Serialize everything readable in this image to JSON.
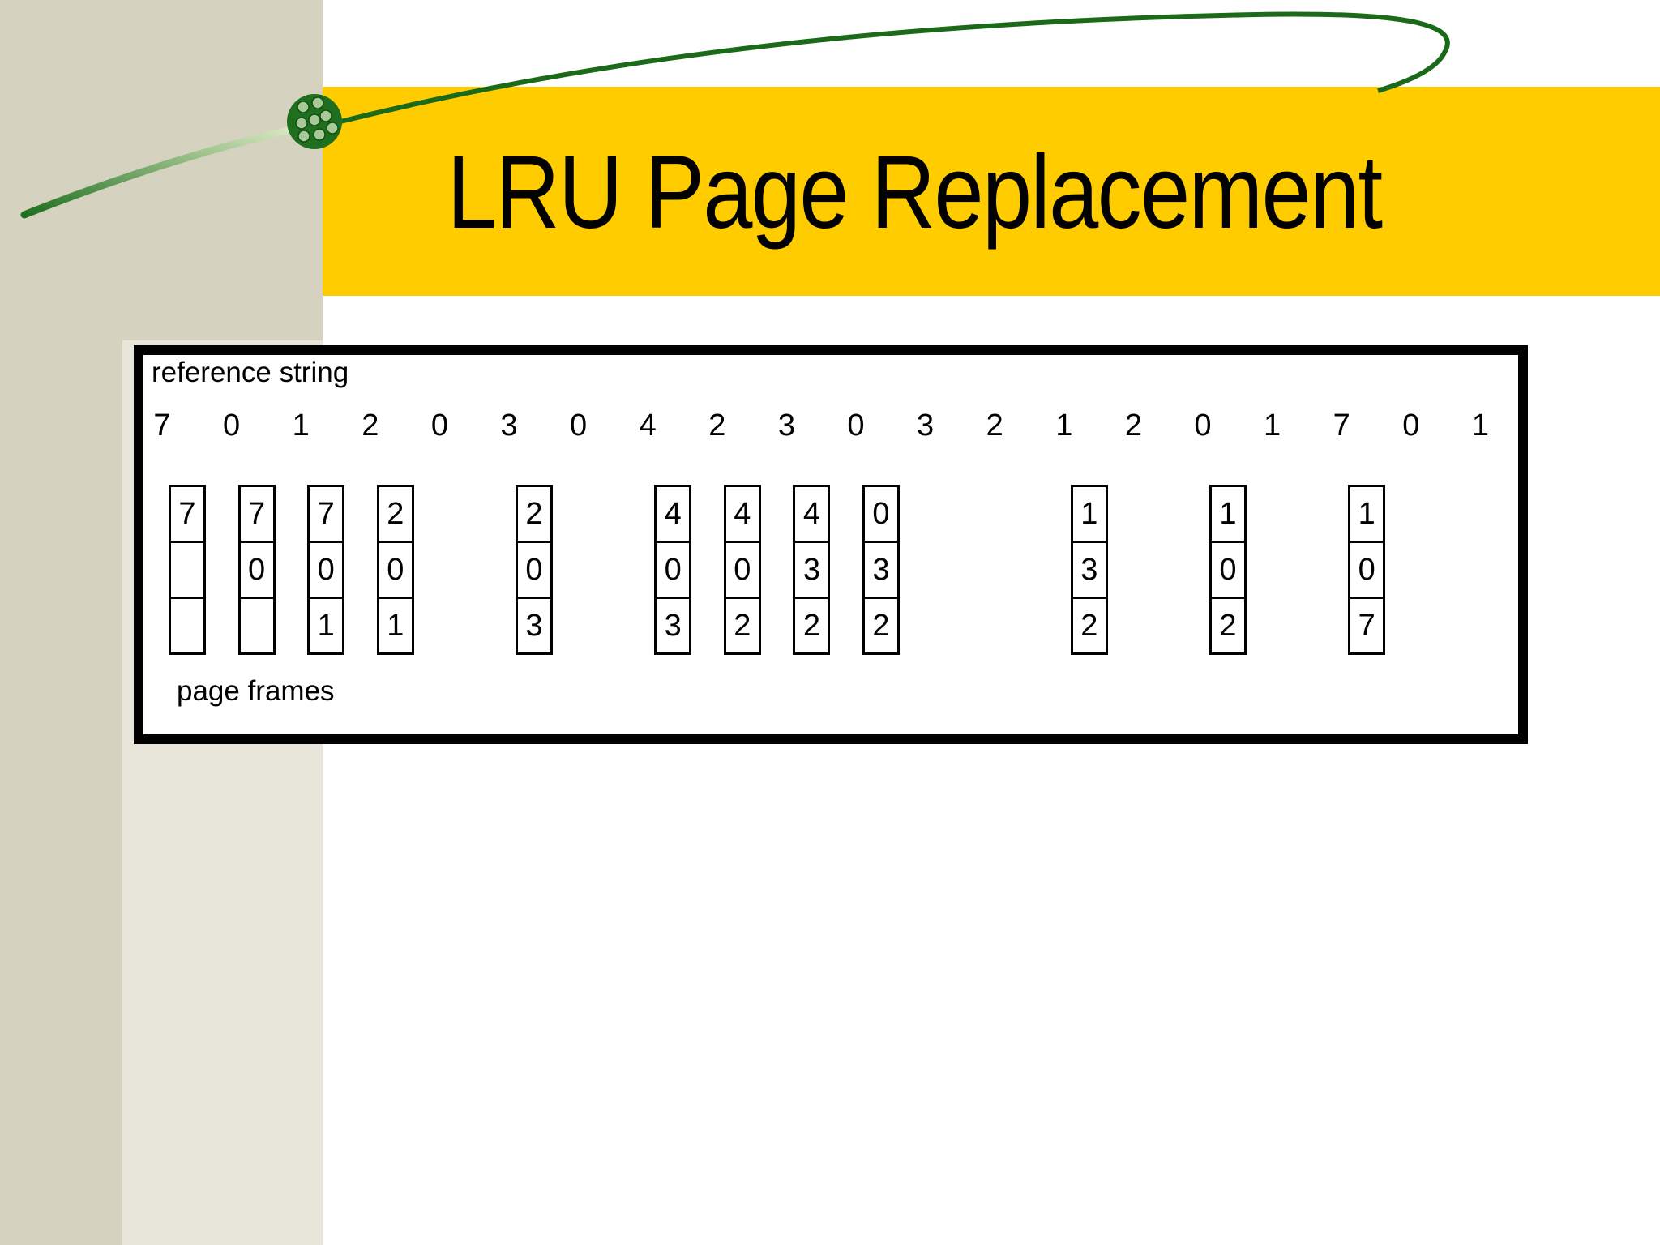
{
  "slide": {
    "title": "LRU Page Replacement",
    "colors": {
      "title_bar": "#ffcc00",
      "left_band": "#d5d2bf",
      "swoosh": "#1f6f1f"
    }
  },
  "diagram": {
    "reference_label": "reference string",
    "frames_label": "page frames",
    "reference_string": [
      "7",
      "0",
      "1",
      "2",
      "0",
      "3",
      "0",
      "4",
      "2",
      "3",
      "0",
      "3",
      "2",
      "1",
      "2",
      "0",
      "1",
      "7",
      "0",
      "1"
    ],
    "frame_states": [
      {
        "ref_index": 0,
        "frames": [
          "7",
          "",
          ""
        ]
      },
      {
        "ref_index": 1,
        "frames": [
          "7",
          "0",
          ""
        ]
      },
      {
        "ref_index": 2,
        "frames": [
          "7",
          "0",
          "1"
        ]
      },
      {
        "ref_index": 3,
        "frames": [
          "2",
          "0",
          "1"
        ]
      },
      {
        "ref_index": 5,
        "frames": [
          "2",
          "0",
          "3"
        ]
      },
      {
        "ref_index": 7,
        "frames": [
          "4",
          "0",
          "3"
        ]
      },
      {
        "ref_index": 8,
        "frames": [
          "4",
          "0",
          "2"
        ]
      },
      {
        "ref_index": 9,
        "frames": [
          "4",
          "3",
          "2"
        ]
      },
      {
        "ref_index": 10,
        "frames": [
          "0",
          "3",
          "2"
        ]
      },
      {
        "ref_index": 13,
        "frames": [
          "1",
          "3",
          "2"
        ]
      },
      {
        "ref_index": 15,
        "frames": [
          "1",
          "0",
          "2"
        ]
      },
      {
        "ref_index": 17,
        "frames": [
          "1",
          "0",
          "7"
        ]
      }
    ]
  }
}
